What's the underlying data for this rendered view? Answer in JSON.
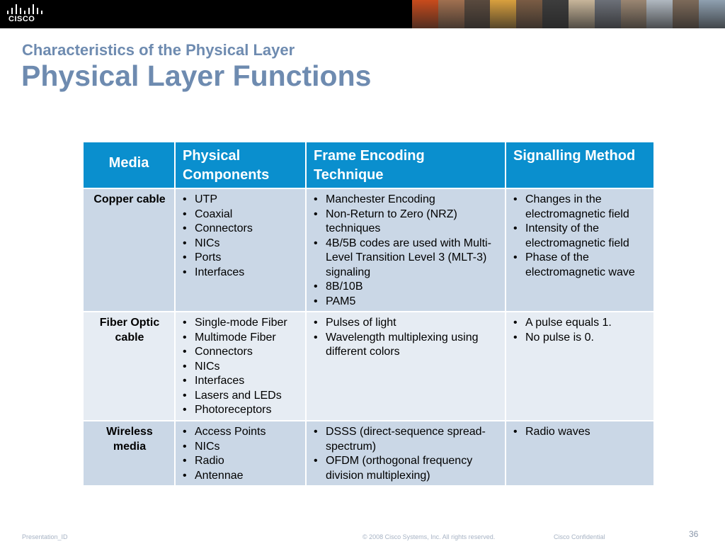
{
  "header": {
    "logo_text": "CISCO",
    "photo_colors": [
      "#c84b1c",
      "#a07050",
      "#5a4a3e",
      "#d9a03e",
      "#7a5c44",
      "#3d3d3d",
      "#c7b59a",
      "#6c7078",
      "#9a8672",
      "#b0b8c0",
      "#7d6a5a",
      "#8fa0b0"
    ]
  },
  "slide": {
    "subtitle": "Characteristics of the Physical Layer",
    "title": "Physical Layer Functions"
  },
  "table": {
    "headers": {
      "media": "Media",
      "components": "Physical Components",
      "encoding": "Frame Encoding Technique",
      "signalling": "Signalling Method"
    },
    "rows": [
      {
        "media": "Copper cable",
        "components": [
          "UTP",
          "Coaxial",
          "Connectors",
          "NICs",
          "Ports",
          "Interfaces"
        ],
        "encoding": [
          "Manchester Encoding",
          "Non-Return to Zero (NRZ) techniques",
          "4B/5B codes are used with Multi-Level Transition Level 3 (MLT-3) signaling",
          "8B/10B",
          "PAM5"
        ],
        "signalling": [
          "Changes in the electromagnetic field",
          "Intensity of the electromagnetic field",
          "Phase of the electromagnetic wave"
        ]
      },
      {
        "media": "Fiber Optic cable",
        "components": [
          "Single-mode Fiber",
          "Multimode Fiber",
          "Connectors",
          "NICs",
          "Interfaces",
          "Lasers and LEDs",
          "Photoreceptors"
        ],
        "encoding": [
          "Pulses of light",
          "Wavelength multiplexing using different colors"
        ],
        "signalling": [
          "A pulse equals 1.",
          "No pulse is 0."
        ]
      },
      {
        "media": "Wireless media",
        "components": [
          "Access Points",
          "NICs",
          "Radio",
          "Antennae"
        ],
        "encoding": [
          "DSSS (direct-sequence spread-spectrum)",
          "OFDM (orthogonal frequency division multiplexing)"
        ],
        "signalling": [
          "Radio waves"
        ]
      }
    ]
  },
  "footer": {
    "presentation_id": "Presentation_ID",
    "copyright": "© 2008 Cisco Systems, Inc. All rights reserved.",
    "confidential": "Cisco Confidential",
    "page_number": "36"
  }
}
